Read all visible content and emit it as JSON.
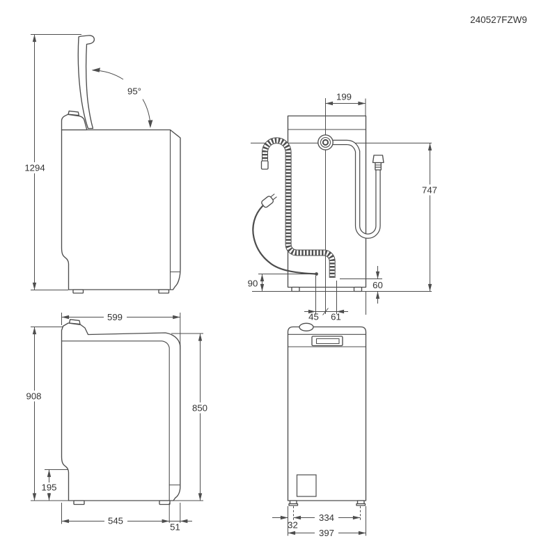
{
  "page": {
    "background": "#ffffff",
    "line_color": "#4d4d4d",
    "text_color": "#333333"
  },
  "doc_code": "240527FZW9",
  "diagram": "top-load washing machine installation dimension drawing, four views, measurements in mm",
  "labels": {
    "side_open": {
      "total_height": "1294",
      "lid_angle": "95°"
    },
    "rear": {
      "inlet_offset": "199",
      "inlet_height": "747",
      "cord_height": "90",
      "drain_height": "60",
      "cord_offset": "45",
      "drain_offset": "61"
    },
    "side_closed": {
      "top_depth": "599",
      "total_height": "908",
      "rear_height": "850",
      "plinth_height": "195",
      "base_depth": "545",
      "front_lip": "51"
    },
    "front": {
      "foot_inset": "32",
      "foot_span": "334",
      "total_width": "397"
    }
  }
}
